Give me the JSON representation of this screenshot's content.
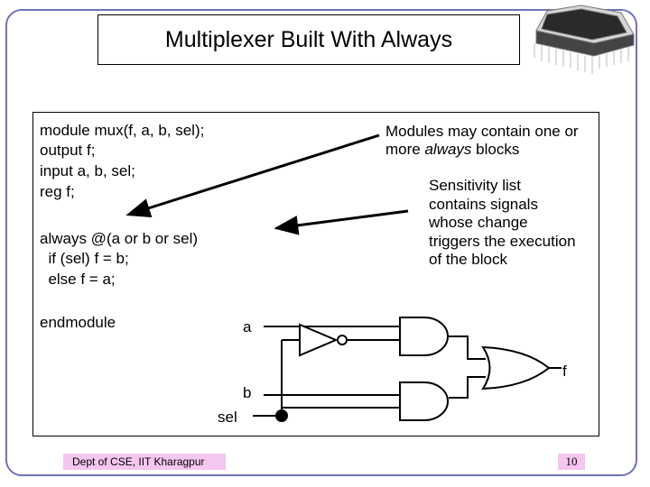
{
  "slide": {
    "title": "Multiplexer Built With Always",
    "code": {
      "line1": "module mux(f, a, b, sel);",
      "line2": "output f;",
      "line3": "input a, b, sel;",
      "line4": "reg f;",
      "line5": "always @(a or b or sel)",
      "line6": "  if (sel) f = b;",
      "line7": "  else f = a;",
      "line8": "endmodule"
    },
    "note1": {
      "part1": "Modules may contain one or more ",
      "emph": "always",
      "part2": " blocks"
    },
    "note2": "Sensitivity list contains signals whose change triggers the execution of the block",
    "circuit": {
      "label_a": "a",
      "label_b": "b",
      "label_sel": "sel",
      "label_f": "f"
    },
    "footer": "Dept of CSE, IIT Kharagpur",
    "page_number": "10"
  }
}
